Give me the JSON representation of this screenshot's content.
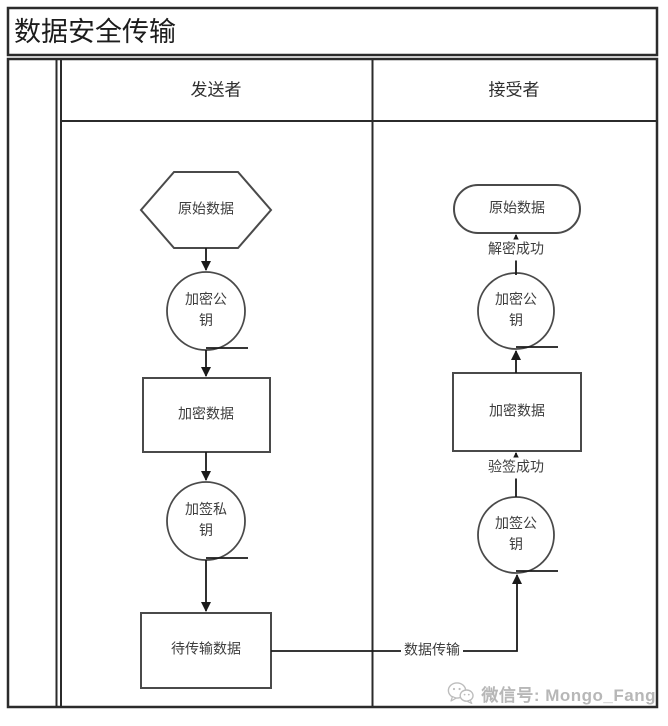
{
  "diagram": {
    "title": "数据安全传输",
    "lanes": {
      "sender": "发送者",
      "receiver": "接受者"
    },
    "nodes": {
      "sender_original_data": "原始数据",
      "sender_encrypt_public_key": "加密公钥",
      "sender_encrypted_data": "加密数据",
      "sender_sign_private_key": "加签私钥",
      "sender_pending_data": "待传输数据",
      "receiver_original_data": "原始数据",
      "receiver_encrypt_public_key": "加密公钥",
      "receiver_encrypted_data": "加密数据",
      "receiver_sign_public_key": "加签公钥"
    },
    "edge_labels": {
      "decrypt_success": "解密成功",
      "verify_success": "验签成功",
      "data_transfer": "数据传输"
    },
    "colors": {
      "line": "#1a1a1a",
      "shape_border": "#4a4a4a",
      "frame": "#2b2b2b",
      "text": "#3d3d3d",
      "background": "#ffffff"
    }
  },
  "watermark": {
    "icon": "wechat-icon",
    "label": "微信号: Mongo_Fang",
    "color": "#b7b7b7"
  }
}
